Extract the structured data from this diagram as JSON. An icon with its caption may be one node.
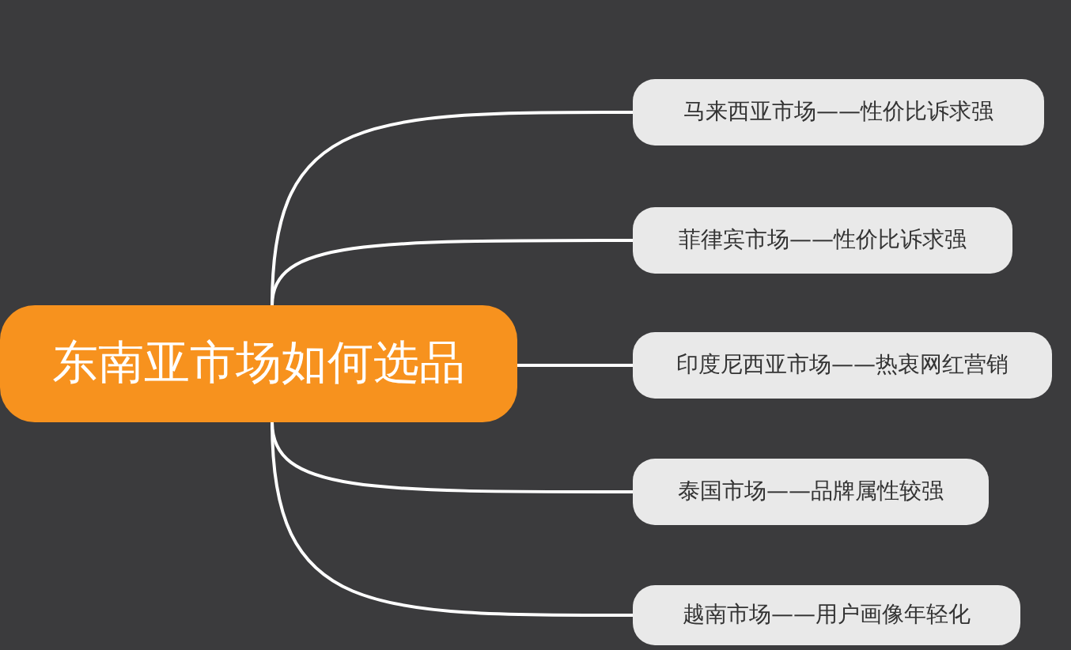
{
  "diagram": {
    "nodes": [
      {
        "text": [
          "东南亚市场如何选品"
        ]
      },
      {
        "text": [
          "马来西亚市场——性价比诉求强"
        ]
      },
      {
        "text": [
          "菲律宾市场——性价比诉求强"
        ]
      },
      {
        "text": [
          "印度尼西亚市场——热衷网红营销"
        ]
      },
      {
        "text": [
          "泰国市场——品牌属性较强"
        ]
      },
      {
        "text": [
          "越南市场——用户画像年轻化"
        ]
      }
    ],
    "edges": [
      {
        "from": 0,
        "to": 1,
        "arrow": "none"
      },
      {
        "from": 0,
        "to": 2,
        "arrow": "none"
      },
      {
        "from": 0,
        "to": 3,
        "arrow": "none"
      },
      {
        "from": 0,
        "to": 4,
        "arrow": "none"
      },
      {
        "from": 0,
        "to": 5,
        "arrow": "none"
      }
    ]
  }
}
